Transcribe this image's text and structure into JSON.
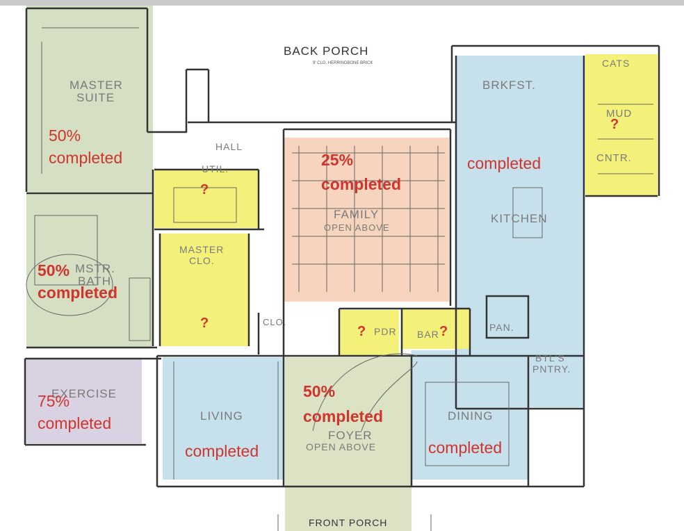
{
  "plan": {
    "porch_back": "BACK PORCH",
    "porch_front": "FRONT PORCH",
    "hall": "HALL",
    "back_porch_note": "9' CLG. HERRINGBONE BRICK"
  },
  "rooms": [
    {
      "id": "master_suite",
      "label": "MASTER SUITE",
      "status": "50% completed",
      "color": "#cfdcbc"
    },
    {
      "id": "mstr_bath",
      "label": "MSTR. BATH",
      "status": "50% completed",
      "color": "#cfdcbc"
    },
    {
      "id": "exercise",
      "label": "EXERCISE",
      "status": "75% completed",
      "color": "#d8d2e3"
    },
    {
      "id": "util",
      "label": "UTIL.",
      "status": "?",
      "color": "#f4f17a"
    },
    {
      "id": "master_clo",
      "label": "MASTER CLO.",
      "status": "?",
      "color": "#f4f17a"
    },
    {
      "id": "family",
      "label": "FAMILY OPEN ABOVE",
      "status": "25% completed",
      "color": "#f7d4bd"
    },
    {
      "id": "kitchen",
      "label": "KITCHEN",
      "status": "completed",
      "color": "#c6e0ec"
    },
    {
      "id": "brkfst",
      "label": "BRKFST.",
      "status": "",
      "color": "#c6e0ec"
    },
    {
      "id": "mud",
      "label": "MUD",
      "status": "?",
      "color": "#f4f17a"
    },
    {
      "id": "cntr",
      "label": "CNTR.",
      "status": "",
      "color": "#f4f17a"
    },
    {
      "id": "cats",
      "label": "CATS",
      "status": "",
      "color": "#f4f17a"
    },
    {
      "id": "pdr",
      "label": "PDR",
      "status": "?",
      "color": "#f4f17a"
    },
    {
      "id": "bar",
      "label": "BAR",
      "status": "?",
      "color": "#f4f17a"
    },
    {
      "id": "pan",
      "label": "PAN.",
      "status": "",
      "color": "#c6e0ec"
    },
    {
      "id": "btls_pntry",
      "label": "BTL'S PNTRY.",
      "status": "",
      "color": "#c6e0ec"
    },
    {
      "id": "living",
      "label": "LIVING",
      "status": "completed",
      "color": "#c6e0ec"
    },
    {
      "id": "foyer",
      "label": "FOYER OPEN ABOVE",
      "status": "50% completed",
      "color": "#dbe3c4"
    },
    {
      "id": "dining",
      "label": "DINING",
      "status": "completed",
      "color": "#c6e0ec"
    },
    {
      "id": "clo",
      "label": "CLO.",
      "status": "",
      "color": "#ffffff"
    }
  ],
  "labels": {
    "master_suite_1": "MASTER",
    "master_suite_2": "SUITE",
    "mstr_bath_1": "MSTR.",
    "mstr_bath_2": "BATH",
    "exercise": "EXERCISE",
    "util": "UTIL.",
    "master_clo_1": "MASTER",
    "master_clo_2": "CLO.",
    "family_1": "FAMILY",
    "family_2": "OPEN ABOVE",
    "brkfst": "BRKFST.",
    "kitchen": "KITCHEN",
    "mud": "MUD",
    "cntr": "CNTR.",
    "cats": "CATS",
    "pdr": "PDR",
    "bar": "BAR",
    "pan": "PAN.",
    "btls_1": "BTL'S",
    "btls_2": "PNTRY.",
    "living": "LIVING",
    "foyer_1": "FOYER",
    "foyer_2": "OPEN ABOVE",
    "dining": "DINING",
    "clo": "CLO."
  },
  "annotations": {
    "master_suite_pct": "50%",
    "master_suite_word": "completed",
    "mstr_bath_pct": "50%",
    "mstr_bath_word": "completed",
    "exercise_pct": "75%",
    "exercise_word": "completed",
    "family_pct": "25%",
    "family_word": "completed",
    "kitchen_word": "completed",
    "living_word": "completed",
    "foyer_pct": "50%",
    "foyer_word": "completed",
    "dining_word": "completed",
    "q": "?"
  }
}
